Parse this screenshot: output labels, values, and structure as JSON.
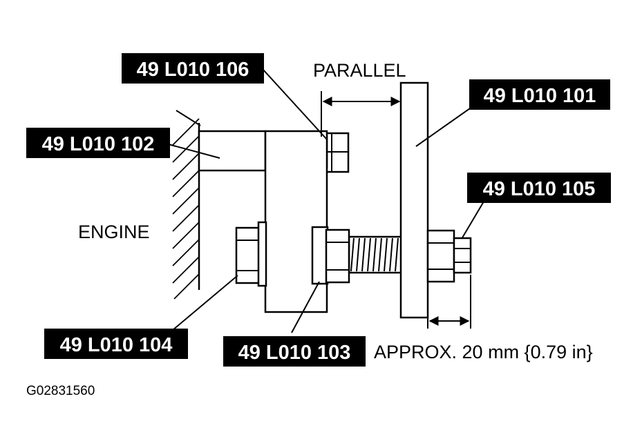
{
  "labels": {
    "part_106": "49 L010 106",
    "part_101": "49 L010 101",
    "part_102": "49 L010 102",
    "part_105": "49 L010 105",
    "part_104": "49 L010 104",
    "part_103": "49 L010 103",
    "parallel": "PARALLEL",
    "engine": "ENGINE",
    "approx": "APPROX. 20 mm {0.79 in}",
    "figure_code": "G02831560"
  },
  "colors": {
    "callout_background": "#000000",
    "callout_text": "#ffffff",
    "line": "#000000",
    "background": "#ffffff"
  }
}
